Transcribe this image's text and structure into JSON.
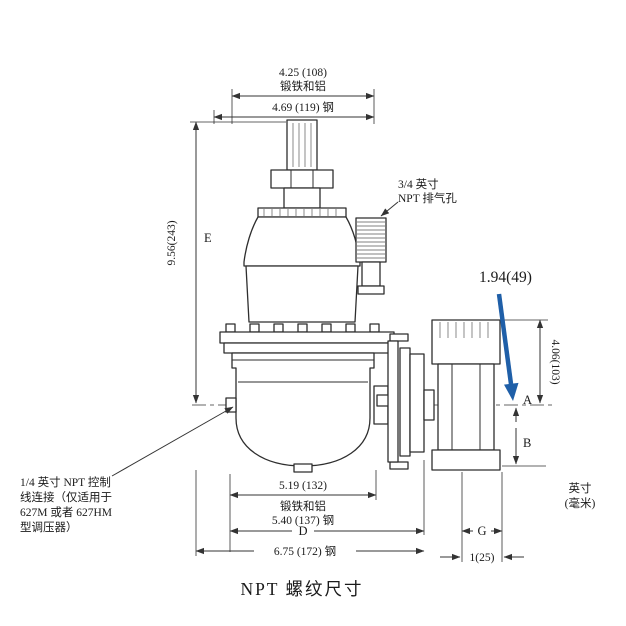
{
  "page": {
    "title": "NPT 螺纹尺寸",
    "background": "#ffffff"
  },
  "colors": {
    "line": "#2e2e2e",
    "text": "#1a1a1a",
    "pointer_blue": "#1f5fa8"
  },
  "top_dimensions": {
    "width_iron": "4.25 (108)",
    "material_iron": "锻铁和铝",
    "width_steel": "4.69 (119) 钢"
  },
  "left_dimension": {
    "value": "9.56(243)",
    "letter": "E"
  },
  "vent_label": {
    "line1": "3/4 英寸",
    "line2": "NPT 排气孔"
  },
  "pointer_dimension": {
    "value": "1.94(49)"
  },
  "right_dimensions": {
    "height": "4.06(103)",
    "letter_a": "A",
    "letter_b": "B"
  },
  "bottom_dimensions": {
    "width_iron": "5.19 (132)",
    "material_iron": "锻铁和铝",
    "width_steel": "5.40 (137) 钢",
    "letter_d": "D",
    "width_total_steel": "6.75 (172) 钢",
    "letter_g": "G",
    "g_value": "1(25)"
  },
  "units_note": {
    "line1": "英寸",
    "line2": "(毫米)"
  },
  "control_note": {
    "line1": "1/4 英寸 NPT 控制",
    "line2": "线连接（仅适用于",
    "line3": "627M 或者 627HM",
    "line4": "型调压器）"
  }
}
